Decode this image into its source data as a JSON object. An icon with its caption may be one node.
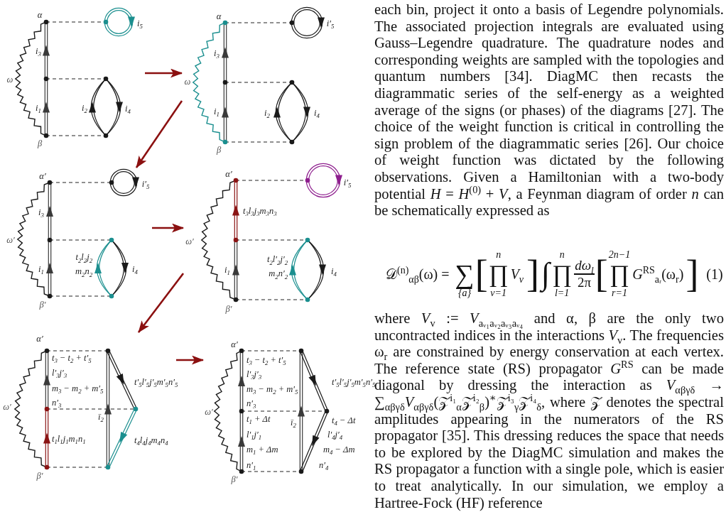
{
  "diagram": {
    "nodes": [
      {
        "text": [
          "α",
          "i$_{5}$",
          "i$_{3}$",
          "ω",
          "i$_{1}$",
          "i$_{2}$",
          "i$_{4}$",
          "β"
        ]
      },
      {
        "text": [
          "α",
          "i′$_{5}$",
          "i$_{3}$",
          "ω",
          "i$_{1}$",
          "i$_{2}$",
          "i$_{4}$",
          "β"
        ]
      },
      {
        "text": [
          "α′",
          "i′$_{5}$",
          "i$_{3}$",
          "ω′",
          "i$_{1}$",
          "t$_{2}$l$_{2}$j$_{2}$ m$_{2}$n$_{2}$",
          "i$_{4}$",
          "β′"
        ]
      },
      {
        "text": [
          "α′",
          "i′$_{5}$",
          "t$_{3}$l$_{3}$j$_{3}$m$_{3}$n$_{3}$",
          "ω′",
          "i$_{1}$",
          "t$_{2}$l′$_{2}$j′$_{2}$ m$_{2}$n′$_{2}$",
          "i$_{4}$",
          "β′"
        ]
      },
      {
        "text": [
          "α′",
          "t$_{3}$ − t$_{2}$ + t′$_{5}$",
          "l′$_{3}$j′$_{3}$",
          "t′$_{5}$l′$_{5}$j′$_{5}$m′$_{5}$n′$_{5}$",
          "m$_{3}$ − m$_{2}$ + m′$_{5}$",
          "ω′",
          "n′$_{3}$",
          "ī$_{2}$",
          "t$_{1}$l$_{1}$j$_{1}$m$_{1}$n$_{1}$",
          "t$_{4}$l$_{4}$j$_{4}$m$_{4}$n$_{4}$",
          "β′"
        ]
      },
      {
        "text": [
          "α′",
          "t$_{3}$ − t$_{2}$ + t′$_{5}$",
          "l′$_{3}$j′$_{3}$",
          "t′$_{5}$l′$_{5}$j′$_{5}$m′$_{5}$n′$_{5}$",
          "m$_{3}$ − m$_{2}$ + m′$_{5}$",
          "n′$_{3}$",
          "ω′",
          "t$_{1}$ + Δt",
          "ī$_{2}$",
          "t$_{4}$ − Δt",
          "l′$_{1}$j′$_{1}$",
          "l′$_{4}$j′$_{4}$",
          "m$_{1}$ + Δm",
          "m$_{4}$ − Δm",
          "n′$_{1}$",
          "n′$_{4}$",
          "β′"
        ]
      }
    ],
    "edges": [
      {
        "from": 0,
        "to": 1,
        "arrow": "to"
      },
      {
        "from": 1,
        "to": 2,
        "arrow": "to"
      },
      {
        "from": 2,
        "to": 3,
        "arrow": "to"
      },
      {
        "from": 3,
        "to": 4,
        "arrow": "to"
      },
      {
        "from": 4,
        "to": 5,
        "arrow": "to"
      }
    ],
    "labels": [
      "each bin, project it onto a basis of Legendre polynomials. The associated projection integrals are evaluated using Gauss–Legendre quadrature. The quadrature nodes and corresponding weights are sampled with the topologies and quantum numbers [34]. DiagMC then recasts the diagrammatic series of the self-energy as a weighted average of the signs (or phases) of the diagrams [27]. The choice of the weight function is critical in controlling the sign problem of the diagrammatic series [26]. Our choice of weight function was dictated by the following observations. Given a Hamiltonian with a two-body potential *H* = *H*$^{(0)}$ + *V*, a Feynman diagram of order *n* can be schematically expressed as",
      "𝒟$^{(n)}$$_{αβ}$(ω) =",
      "∑",
      "{a}",
      "[",
      "n",
      "∏",
      "v=1",
      "V$_{v}$",
      "]",
      "∫",
      "n",
      "∏",
      "l=1",
      "dω$_{l}$",
      "2π",
      "[",
      "2n−1",
      "∏",
      "r=1",
      "*G*$^{RS}$$_{aᵣ}$(ω$_{r}$)",
      "]",
      "(1)",
      "where *V*$_{v}$ := *V*$_{aᵥ₁aᵥ₂aᵥ₃aᵥ₄}$ and α, β are the only two uncontracted indices in the interactions *V*$_{v}$. The frequencies ω$_{r}$ are constrained by energy conservation at each vertex. The reference state (RS) propagator *G*$^{RS}$ can be made diagonal by dressing the interaction as *V*$_{αβγδ}$ → ∑$_{αβγδ}$*V*$_{αβγδ}$(𝒵$^{i₁}$$_{α}$𝒵$^{i₂}$$_{β}$)$^{∗}$𝒵$^{i₃}$$_{γ}$𝒵$^{i₄}$$_{δ}$, where 𝒵 denotes the spectral amplitudes appearing in the numerators of the RS propagator [35]. This dressing reduces the space that needs to be explored by the DiagMC simulation and makes the RS propagator a function with a single pole, which is easier to treat analytically. In our simulation, we employ a Hartree-Fock (HF) reference"
    ]
  }
}
